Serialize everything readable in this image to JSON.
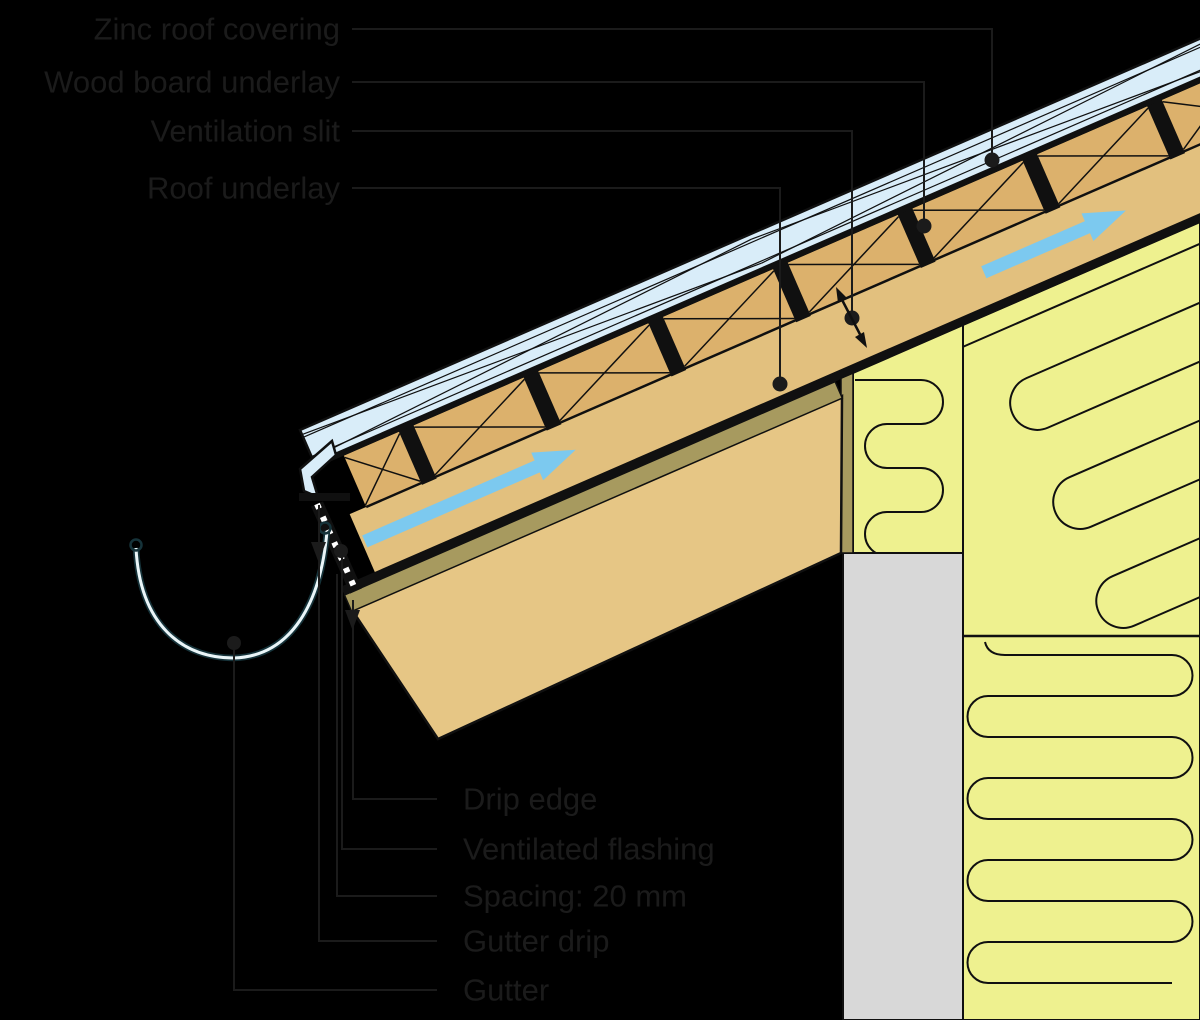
{
  "labels": {
    "top": [
      {
        "text": "Zinc roof covering"
      },
      {
        "text": "Wood board underlay"
      },
      {
        "text": "Ventilation slit"
      },
      {
        "text": "Roof underlay"
      }
    ],
    "bottom": [
      {
        "text": "Drip edge"
      },
      {
        "text": "Ventilated flashing"
      },
      {
        "text": "Spacing: 20 mm"
      },
      {
        "text": "Gutter drip"
      },
      {
        "text": "Gutter"
      }
    ]
  },
  "colors": {
    "background": "#000000",
    "zinc": "#d9edf9",
    "wood_board": "#dcb16c",
    "air_gap": "#e2c07e",
    "rafter_wood": "#e6c685",
    "sheathing_khaki": "#a79a5f",
    "insulation_yellow": "#eef18f",
    "wall_gray": "#d8d8d8",
    "airflow_arrow_blue": "#7cc9ef",
    "diagram_ink": "#101010",
    "label_ink": "#1b1b1b",
    "gutter_dark": "#16333a",
    "gutter_light": "#eaf5f8",
    "flashing_perforation": "#ffffff"
  }
}
